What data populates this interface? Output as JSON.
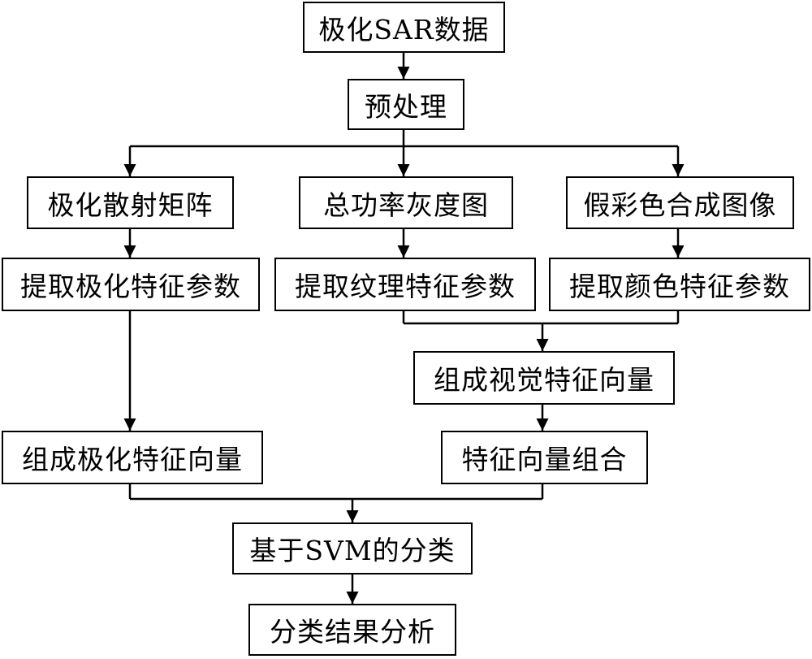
{
  "flowchart": {
    "polsar_data": "极化SAR数据",
    "preprocessing": "预处理",
    "polarization_scattering_matrix": "极化散射矩阵",
    "total_power_gray_image": "总功率灰度图",
    "false_color_composite": "假彩色合成图像",
    "extract_polarization_features": "提取极化特征参数",
    "extract_texture_features": "提取纹理特征参数",
    "extract_color_features": "提取颜色特征参数",
    "form_visual_feature_vector": "组成视觉特征向量",
    "form_polarization_feature_vector": "组成极化特征向量",
    "feature_vector_combination": "特征向量组合",
    "svm_classification": "基于SVM的分类",
    "classification_result_analysis": "分类结果分析"
  }
}
